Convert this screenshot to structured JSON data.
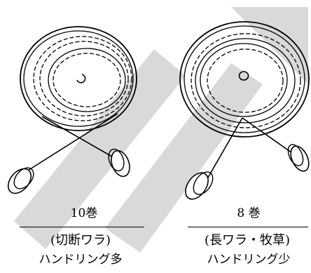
{
  "left_reel": {
    "count_label": "10巻",
    "material_label": "(切断ワラ)",
    "handling_label": "ハンドリング多"
  },
  "right_reel": {
    "count_label": "8 巻",
    "material_label": "(長ワラ・牧草)",
    "handling_label": "ハンドリング少"
  }
}
